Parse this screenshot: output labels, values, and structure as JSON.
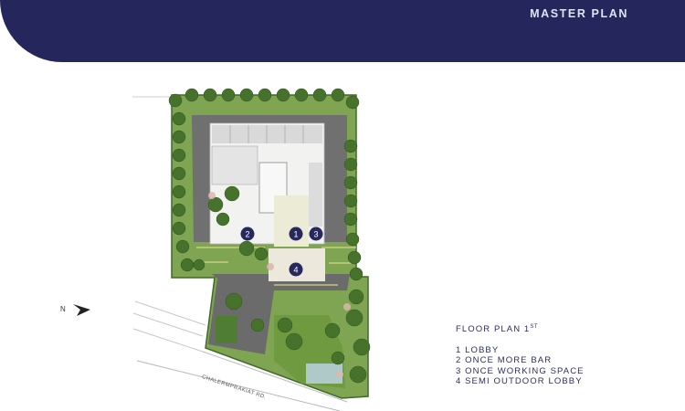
{
  "header": {
    "title": "MASTER PLAN"
  },
  "plan": {
    "markers": [
      {
        "label": "1",
        "name": "Lobby"
      },
      {
        "label": "2",
        "name": "Once More Bar"
      },
      {
        "label": "3",
        "name": "Once Working Space"
      },
      {
        "label": "4",
        "name": "Semi Outdoor Lobby"
      }
    ],
    "north_label": "N",
    "road_label": "CHALERMPRAKIAT RD."
  },
  "legend": {
    "heading": "FLOOR PLAN 1",
    "heading_superscript": "ST",
    "items": [
      "1 LOBBY",
      "2 ONCE MORE BAR",
      "3 ONCE WORKING SPACE",
      "4 SEMI OUTDOOR LOBBY"
    ]
  },
  "colors": {
    "navy": "#24265c",
    "marker": "#27285e",
    "garden": "#5f8f3b",
    "paving": "#6d6d6d"
  }
}
